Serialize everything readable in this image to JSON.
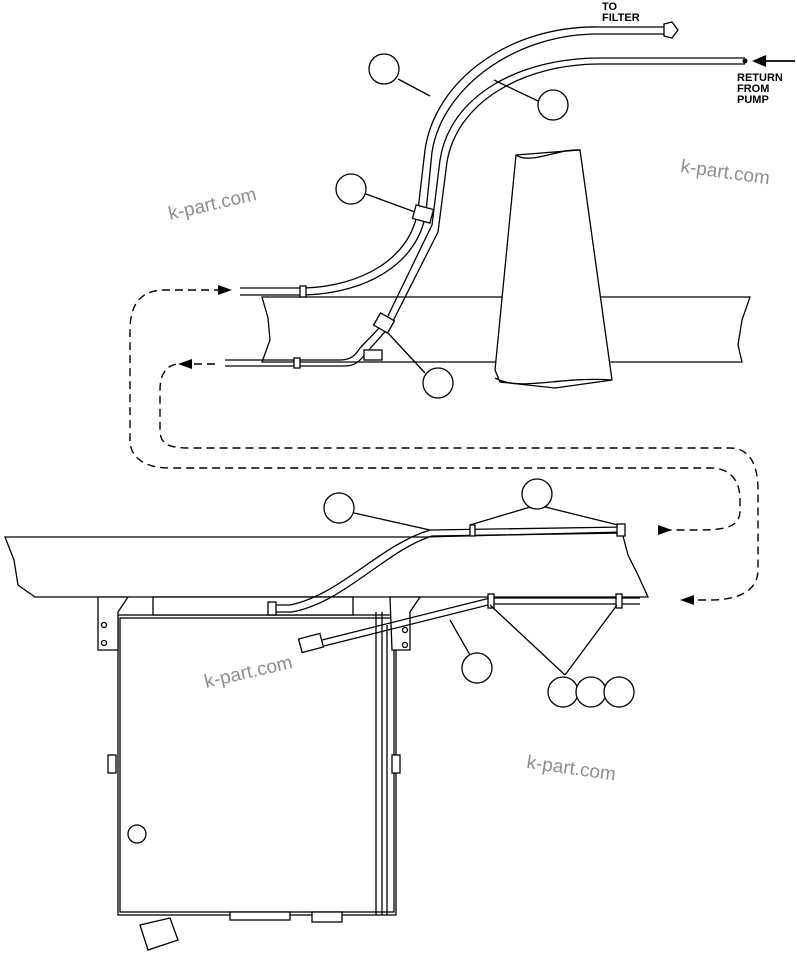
{
  "labels": {
    "to_filter_line1": "TO",
    "to_filter_line2": "FILTER",
    "return_line1": "RETURN",
    "return_line2": "FROM",
    "return_line3": "PUMP"
  },
  "watermarks": [
    "k-part.com",
    "k-part.com",
    "k-part.com",
    "k-part.com"
  ],
  "callout_count": 11,
  "colors": {
    "line": "#000000",
    "watermark": "#8e8e8e",
    "background": "#ffffff"
  }
}
